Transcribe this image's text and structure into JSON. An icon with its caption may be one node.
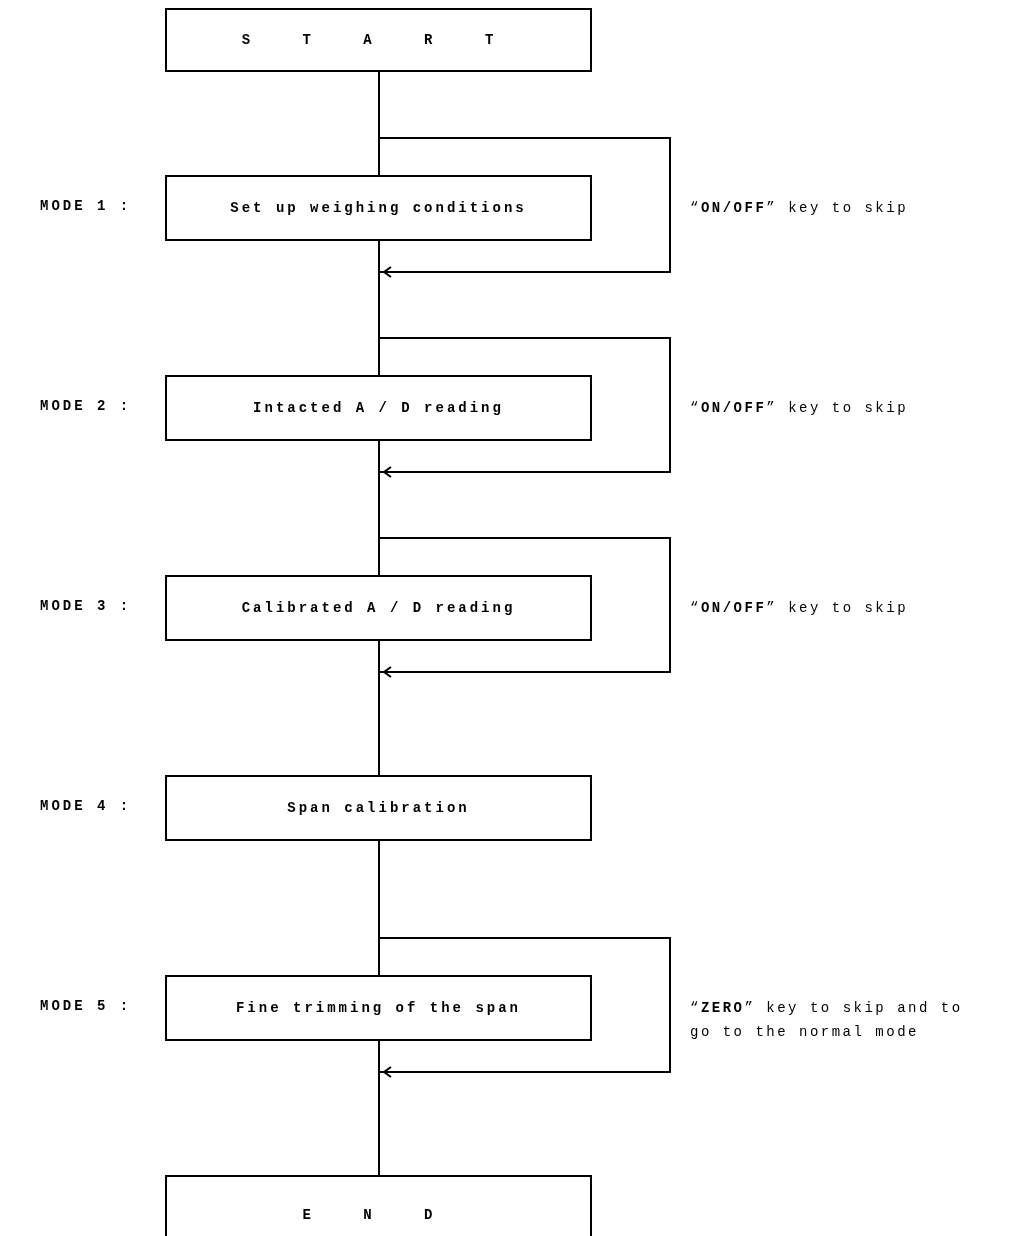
{
  "diagram": {
    "nodes": [
      {
        "text": [
          "S T A R T"
        ]
      },
      {
        "text": [
          "Set up weighing conditions"
        ],
        "beside": [
          "MODE 1 :"
        ]
      },
      {
        "text": [
          "Intacted A / D reading"
        ],
        "beside": [
          "MODE 2 :"
        ]
      },
      {
        "text": [
          "Calibrated A / D reading"
        ],
        "beside": [
          "MODE 3 :"
        ]
      },
      {
        "text": [
          "Span calibration"
        ],
        "beside": [
          "MODE 4 :"
        ]
      },
      {
        "text": [
          "Fine trimming of the span"
        ],
        "beside": [
          "MODE 5 :"
        ]
      },
      {
        "text": [
          "E N D"
        ]
      }
    ],
    "edges": [
      {
        "from": 0,
        "to": 1,
        "arrow": "none"
      },
      {
        "from": 1,
        "to": 2,
        "arrow": "none"
      },
      {
        "from": 2,
        "to": 3,
        "arrow": "none"
      },
      {
        "from": 3,
        "to": 4,
        "arrow": "none"
      },
      {
        "from": 4,
        "to": 5,
        "arrow": "none"
      },
      {
        "from": 5,
        "to": 6,
        "arrow": "none"
      },
      {
        "from": 0,
        "to": 2,
        "arrow": "to",
        "label": "“**ON/OFF**” key to skip"
      },
      {
        "from": 1,
        "to": 3,
        "arrow": "to",
        "label": "“**ON/OFF**” key to skip"
      },
      {
        "from": 2,
        "to": 4,
        "arrow": "to",
        "label": "“**ON/OFF**” key to skip"
      },
      {
        "from": 4,
        "to": 6,
        "arrow": "to",
        "label": "“**ZERO**” key to skip and to go to the normal mode"
      }
    ]
  }
}
